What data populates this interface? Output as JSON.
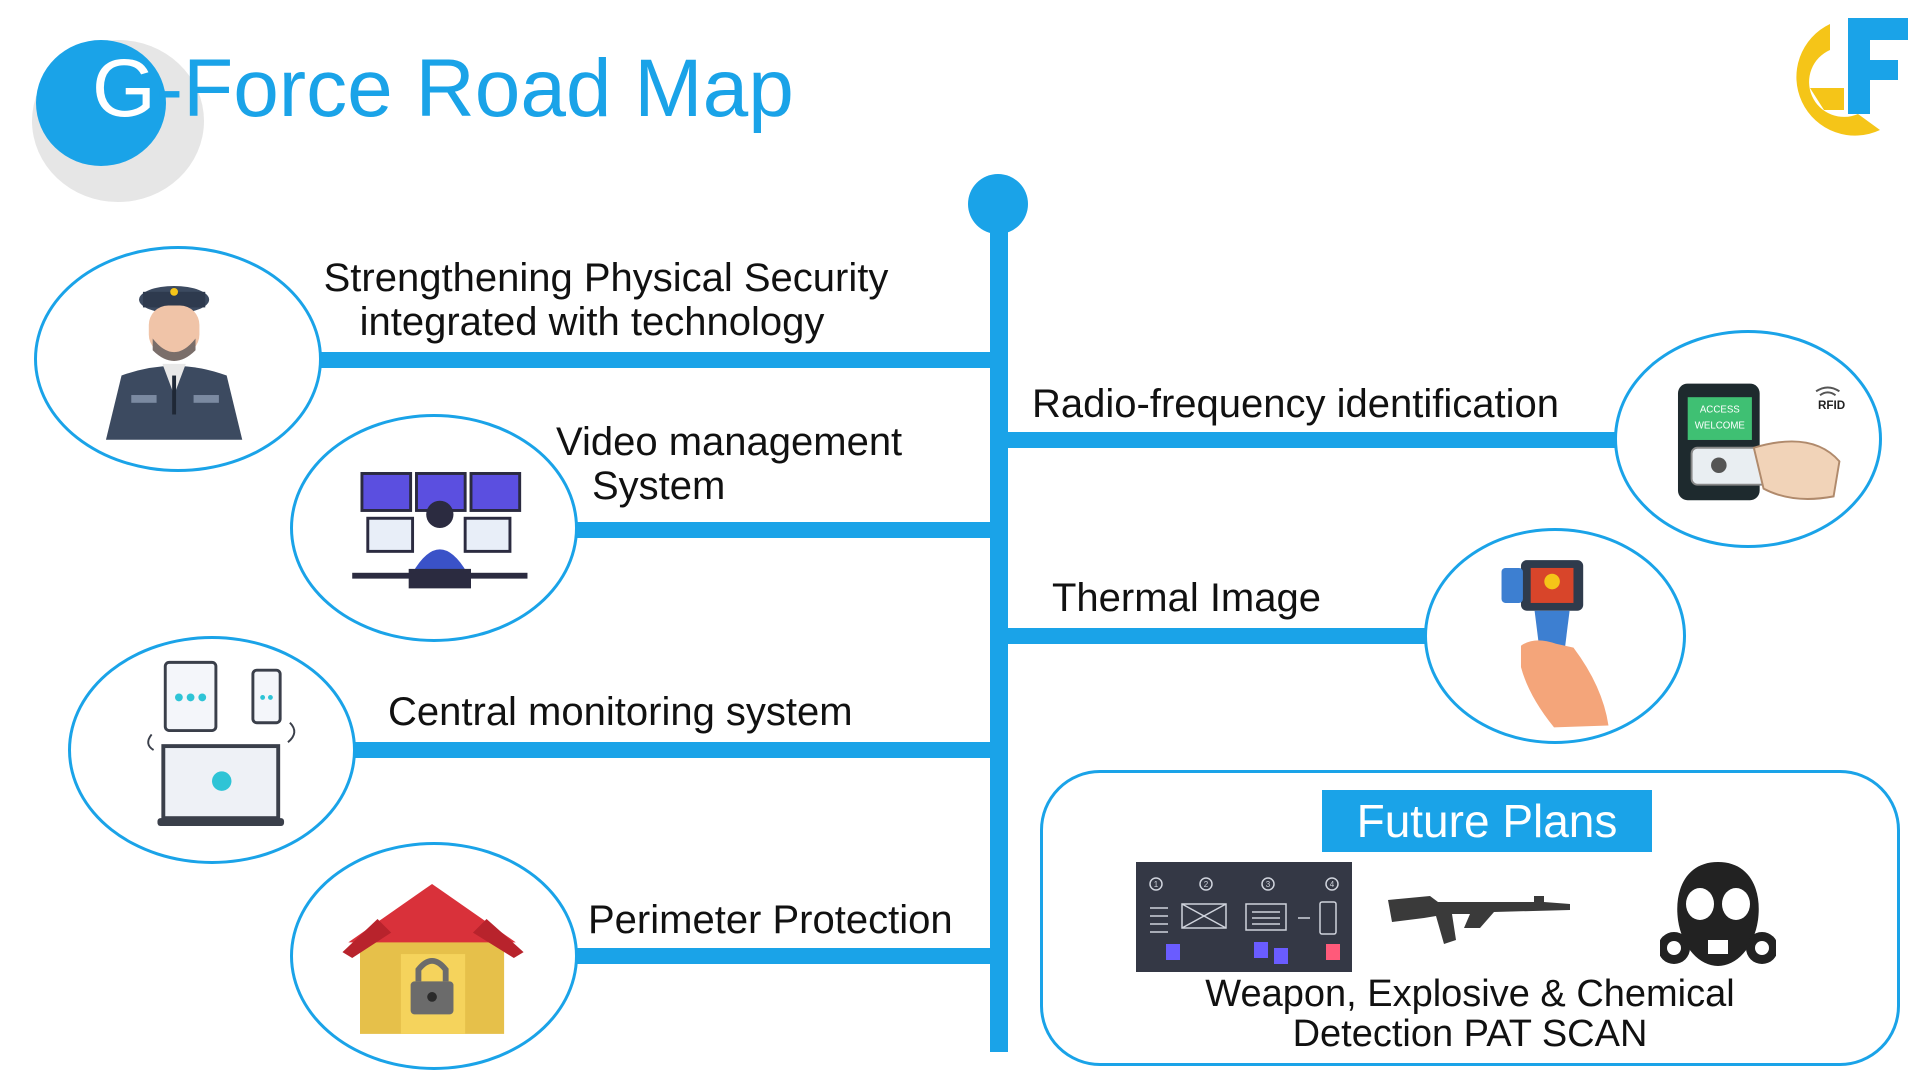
{
  "title": {
    "letter": "G",
    "rest": "-Force Road Map"
  },
  "logo": {
    "letter": "F"
  },
  "colors": {
    "accent": "#1aa3e8",
    "logo_yellow": "#f5c518"
  },
  "left_items": [
    {
      "line1": "Strengthening Physical Security",
      "line2": "integrated with technology",
      "icon": "security-guard-icon"
    },
    {
      "line1": "Video management",
      "line2": "System",
      "icon": "video-monitoring-icon"
    },
    {
      "line1": "Central monitoring system",
      "icon": "devices-icon"
    },
    {
      "line1": "Perimeter Protection",
      "icon": "house-lock-icon"
    }
  ],
  "right_items": [
    {
      "label": "Radio-frequency identification",
      "icon": "rfid-icon",
      "badge1": "ACCESS",
      "badge2": "WELCOME",
      "rfid": "RFID"
    },
    {
      "label": "Thermal Image",
      "icon": "thermal-camera-icon"
    }
  ],
  "future": {
    "title": "Future Plans",
    "line1": "Weapon, Explosive & Chemical",
    "line2": "Detection PAT SCAN",
    "steps": [
      "1",
      "2",
      "3",
      "4"
    ],
    "icons": [
      "scan-flow-icon",
      "rifle-icon",
      "gas-mask-icon"
    ]
  }
}
